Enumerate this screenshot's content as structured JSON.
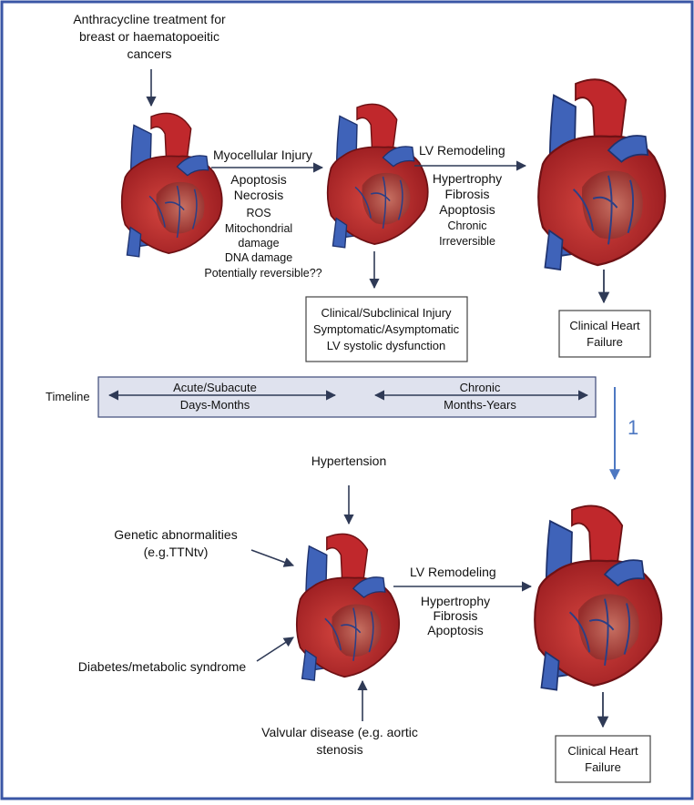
{
  "colors": {
    "frame": "#3a56a5",
    "arrow": "#2f3a56",
    "timeline_fill": "#dfe2ee",
    "timeline_border": "#3d4a78",
    "accent_arrow": "#4e78c2",
    "heart_muscle": "#c0282c",
    "heart_dark": "#7a1418",
    "vessel_blue": "#3f63b9"
  },
  "top": {
    "treatment": [
      "Anthracycline treatment for",
      "breast or haematopoeitic",
      "cancers"
    ],
    "injury": {
      "title": "Myocellular Injury",
      "bold": [
        "Apoptosis",
        "Necrosis"
      ],
      "details": [
        "ROS",
        "Mitochondrial",
        "damage",
        "DNA damage",
        "Potentially reversible??"
      ]
    },
    "remodeling": {
      "title": "LV Remodeling",
      "bold": [
        "Hypertrophy",
        "Fibrosis",
        "Apoptosis"
      ],
      "details": [
        "Chronic",
        "Irreversible"
      ]
    },
    "clinical_box": [
      "Clinical/Subclinical Injury",
      "Symptomatic/Asymptomatic",
      "LV systolic dysfunction"
    ],
    "heart_failure_box": [
      "Clinical Heart",
      "Failure"
    ]
  },
  "timeline": {
    "label": "Timeline",
    "acute": [
      "Acute/Subacute",
      "Days-Months"
    ],
    "chronic": [
      "Chronic",
      "Months-Years"
    ]
  },
  "transition_label": "1",
  "bottom": {
    "hypertension": "Hypertension",
    "genetic": [
      "Genetic abnormalities",
      "(e.g.TTNtv)"
    ],
    "diabetes": "Diabetes/metabolic syndrome",
    "valvular": [
      "Valvular disease (e.g. aortic",
      "stenosis"
    ],
    "remodeling": {
      "title": "LV Remodeling",
      "bold": [
        "Hypertrophy",
        "Fibrosis",
        "Apoptosis"
      ]
    },
    "heart_failure_box": [
      "Clinical Heart",
      "Failure"
    ]
  }
}
